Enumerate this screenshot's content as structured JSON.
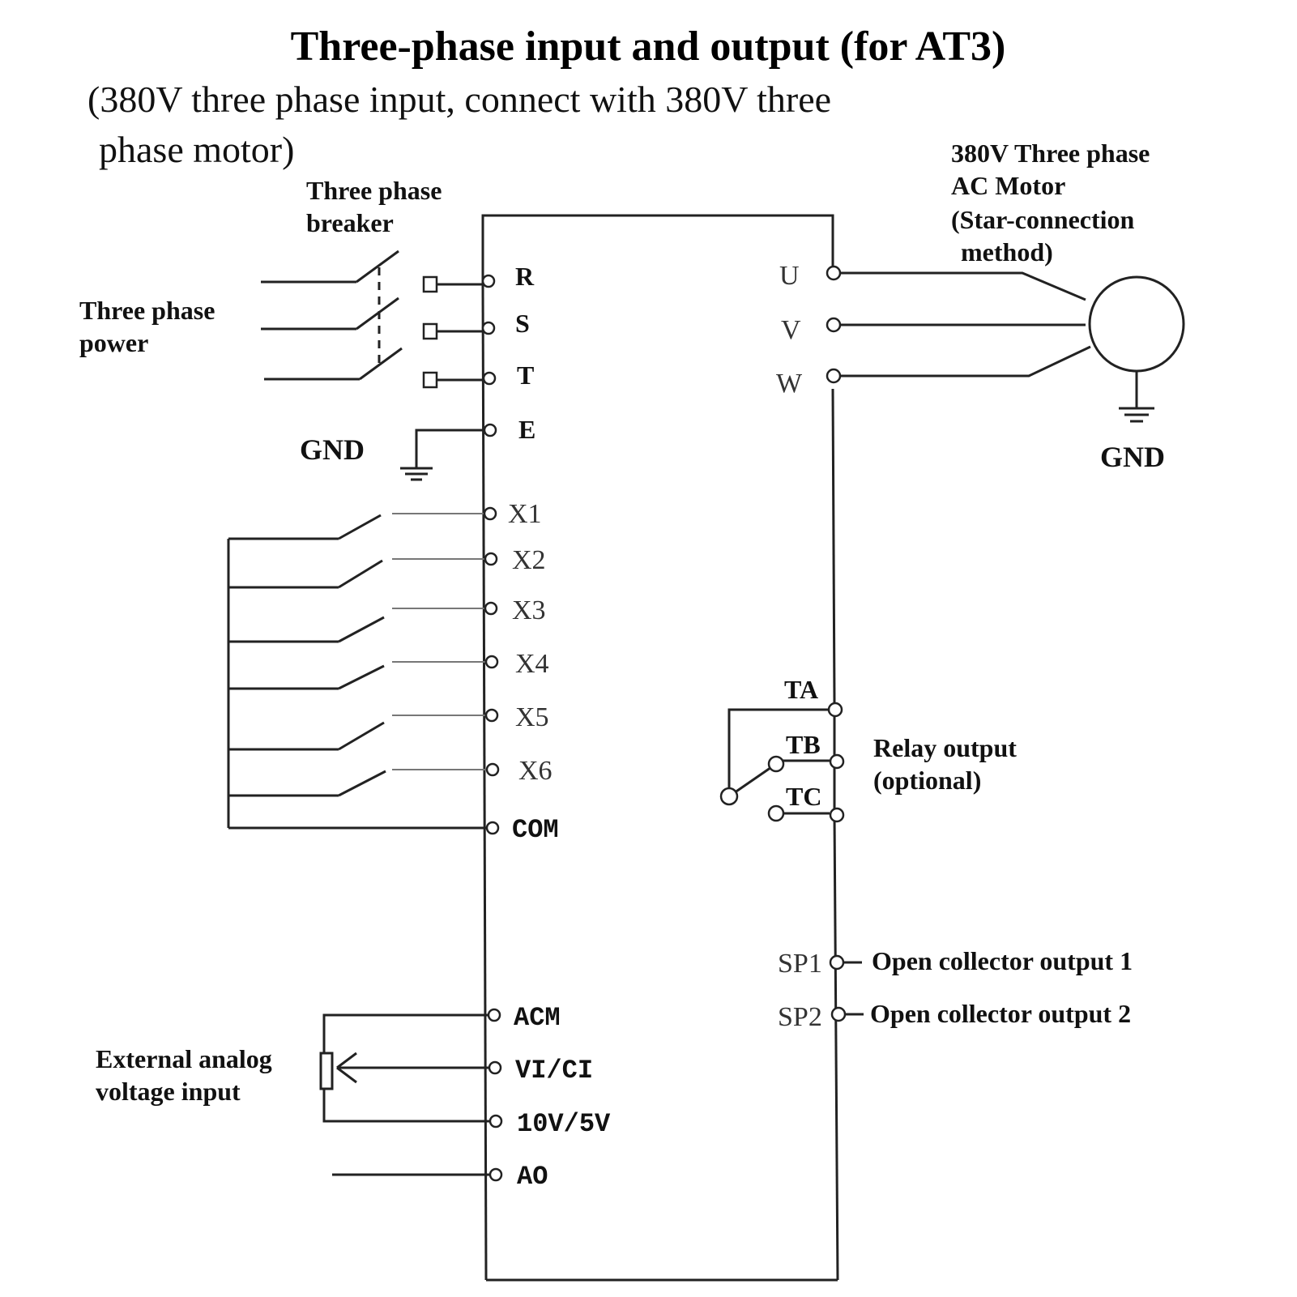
{
  "title": "Three-phase input and output (for AT3)",
  "subtitle_line1": "(380V three phase input, connect with 380V three",
  "subtitle_line2": "phase motor)",
  "labels": {
    "breaker_line1": "Three phase",
    "breaker_line2": "breaker",
    "power_line1": "Three phase",
    "power_line2": "power",
    "gnd_left": "GND",
    "motor_line1": "380V Three phase",
    "motor_line2": "AC Motor",
    "motor_line3": "(Star-connection",
    "motor_line4": "method)",
    "gnd_right": "GND",
    "relay_line1": "Relay output",
    "relay_line2": "(optional)",
    "oc1": "Open collector output 1",
    "oc2": "Open collector output 2",
    "analog_line1": "External analog",
    "analog_line2": "voltage input"
  },
  "terminals": {
    "R": "R",
    "S": "S",
    "T": "T",
    "E": "E",
    "X1": "X1",
    "X2": "X2",
    "X3": "X3",
    "X4": "X4",
    "X5": "X5",
    "X6": "X6",
    "COM": "COM",
    "ACM": "ACM",
    "VI_CI": "VI/CI",
    "V10_5": "10V/5V",
    "AO": "AO",
    "U": "U",
    "V": "V",
    "W": "W",
    "TA": "TA",
    "TB": "TB",
    "TC": "TC",
    "SP1": "SP1",
    "SP2": "SP2"
  }
}
